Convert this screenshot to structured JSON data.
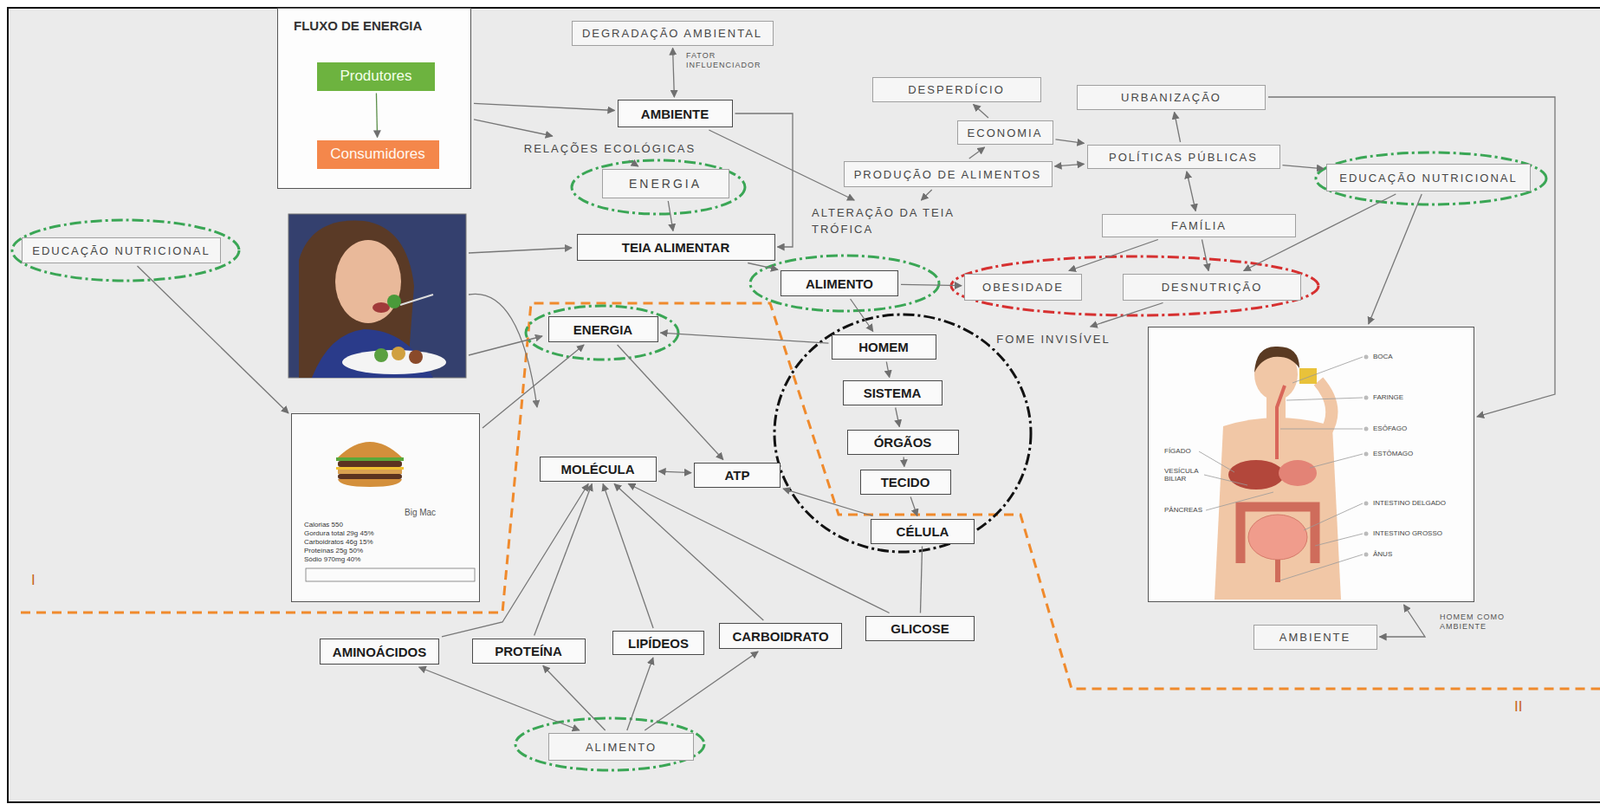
{
  "diagram": {
    "nodes": [
      {
        "text": [
          "FLUXO DE ENERGIA"
        ]
      },
      {
        "text": [
          "Produtores"
        ],
        "in": 0
      },
      {
        "text": [
          "Consumidores"
        ],
        "in": 0
      },
      {
        "text": [
          "DEGRADAÇÃO AMBIENTAL"
        ]
      },
      {
        "text": [
          "AMBIENTE"
        ]
      },
      {
        "text": [
          "RELAÇÕES ECOLÓGICAS"
        ]
      },
      {
        "text": [
          "ENERGIA"
        ]
      },
      {
        "text": [
          "TEIA ALIMENTAR"
        ]
      },
      {
        "text": [
          "DESPERDÍCIO"
        ]
      },
      {
        "text": [
          "ECONOMIA"
        ]
      },
      {
        "text": [
          "PRODUÇÃO DE ALIMENTOS"
        ]
      },
      {
        "text": [
          "ALTERAÇÃO DA TEIA TRÓFICA"
        ]
      },
      {
        "text": [
          "URBANIZAÇÃO"
        ]
      },
      {
        "text": [
          "POLÍTICAS PÚBLICAS"
        ]
      },
      {
        "text": [
          "FAMÍLIA"
        ]
      },
      {
        "text": [
          "EDUCAÇÃO NUTRICIONAL"
        ]
      },
      {
        "text": [
          "EDUCAÇÃO NUTRICIONAL"
        ]
      },
      {
        "text": [
          "ALIMENTO"
        ]
      },
      {
        "text": [
          "OBESIDADE"
        ]
      },
      {
        "text": [
          "DESNUTRIÇÃO"
        ]
      },
      {
        "text": [
          "FOME INVISÍVEL"
        ]
      },
      {
        "text": [
          "ENERGIA"
        ]
      },
      {
        "text": [
          "HOMEM"
        ]
      },
      {
        "text": [
          "SISTEMA"
        ]
      },
      {
        "text": [
          "Big Mac",
          "Calorias 550",
          "Gordura total 29g 45%",
          "Carboidratos 46g 15%",
          "Proteínas 25g 50%",
          "Sódio 970mg 40%"
        ]
      },
      {
        "text": [
          "MOLÉCULA"
        ]
      },
      {
        "text": [
          "ATP"
        ]
      },
      {
        "text": [
          "ÓRGÃOS"
        ]
      },
      {
        "text": [
          "TECIDO"
        ]
      },
      {
        "text": [
          "CÉLULA"
        ]
      },
      {
        "text": [
          "BOCA",
          "FARINGE",
          "ESÔFAGO",
          "ESTÔMAGO",
          "FÍGADO",
          "VESÍCULA BILIAR",
          "PÂNCREAS",
          "INTESTINO DELGADO",
          "INTESTINO GROSSO",
          "ÂNUS"
        ]
      },
      {
        "text": [
          "GLICOSE"
        ]
      },
      {
        "text": [
          "CARBOIDRATO"
        ]
      },
      {
        "text": [
          "LIPÍDEOS"
        ]
      },
      {
        "text": [
          "AMINOÁCIDOS"
        ]
      },
      {
        "text": [
          "PROTEÍNA"
        ]
      },
      {
        "text": [
          "AMBIENTE"
        ]
      },
      {
        "text": [
          "ALIMENTO"
        ]
      }
    ],
    "edges": [
      {
        "from": 1,
        "to": 2,
        "arrow": "to"
      },
      {
        "from": 0,
        "to": 4,
        "arrow": "to"
      },
      {
        "from": 0,
        "to": 5,
        "arrow": "to"
      },
      {
        "from": 3,
        "to": 4,
        "label": "FATOR INFLUENCIADOR",
        "arrow": "both"
      },
      {
        "from": 4,
        "to": 11,
        "arrow": "to"
      },
      {
        "from": 4,
        "to": 7,
        "arrow": "to"
      },
      {
        "from": 5,
        "to": 6,
        "arrow": "to"
      },
      {
        "from": 6,
        "to": 7,
        "arrow": "to"
      },
      {
        "from": 7,
        "to": 17,
        "arrow": "to"
      },
      {
        "from": 10,
        "to": 9,
        "arrow": "to"
      },
      {
        "from": 9,
        "to": 8,
        "arrow": "to"
      },
      {
        "from": 10,
        "to": 11,
        "arrow": "to"
      },
      {
        "from": 9,
        "to": 13,
        "arrow": "to"
      },
      {
        "from": 10,
        "to": 13,
        "arrow": "both"
      },
      {
        "from": 13,
        "to": 12,
        "arrow": "to"
      },
      {
        "from": 13,
        "to": 14,
        "arrow": "both"
      },
      {
        "from": 13,
        "to": 15,
        "arrow": "to"
      },
      {
        "from": 14,
        "to": 18,
        "arrow": "to"
      },
      {
        "from": 14,
        "to": 19,
        "arrow": "to"
      },
      {
        "from": 15,
        "to": 19,
        "arrow": "to"
      },
      {
        "from": 15,
        "to": 30,
        "arrow": "to"
      },
      {
        "from": 12,
        "to": 30,
        "arrow": "to"
      },
      {
        "from": 17,
        "to": 18,
        "arrow": "to"
      },
      {
        "from": 19,
        "to": 20,
        "arrow": "to"
      },
      {
        "from": 17,
        "to": 22,
        "arrow": "to"
      },
      {
        "from": 22,
        "to": 23,
        "arrow": "to"
      },
      {
        "from": 23,
        "to": 27,
        "arrow": "to"
      },
      {
        "from": 27,
        "to": 28,
        "arrow": "to"
      },
      {
        "from": 28,
        "to": 29,
        "arrow": "to"
      },
      {
        "from": 16,
        "to": 24,
        "arrow": "to"
      },
      {
        "from": 24,
        "to": 21,
        "arrow": "to"
      },
      {
        "from": 21,
        "to": 26,
        "arrow": "to"
      },
      {
        "from": 25,
        "to": 26,
        "arrow": "both"
      },
      {
        "from": 29,
        "to": 26,
        "arrow": "to"
      },
      {
        "from": 31,
        "to": 25,
        "arrow": "to"
      },
      {
        "from": 32,
        "to": 25,
        "arrow": "to"
      },
      {
        "from": 33,
        "to": 25,
        "arrow": "to"
      },
      {
        "from": 35,
        "to": 25,
        "arrow": "to"
      },
      {
        "from": 34,
        "to": 25,
        "arrow": "to"
      },
      {
        "from": 37,
        "to": 34,
        "arrow": "both"
      },
      {
        "from": 37,
        "to": 35,
        "arrow": "to"
      },
      {
        "from": 37,
        "to": 33,
        "arrow": "to"
      },
      {
        "from": 37,
        "to": 32,
        "arrow": "to"
      },
      {
        "from": 31,
        "to": 29,
        "arrow": "none"
      },
      {
        "from": 36,
        "to": 30,
        "label": "HOMEM COMO AMBIENTE",
        "arrow": "both"
      },
      {
        "from": 22,
        "to": 21,
        "arrow": "to"
      }
    ],
    "labels": [
      "I",
      "II"
    ]
  }
}
